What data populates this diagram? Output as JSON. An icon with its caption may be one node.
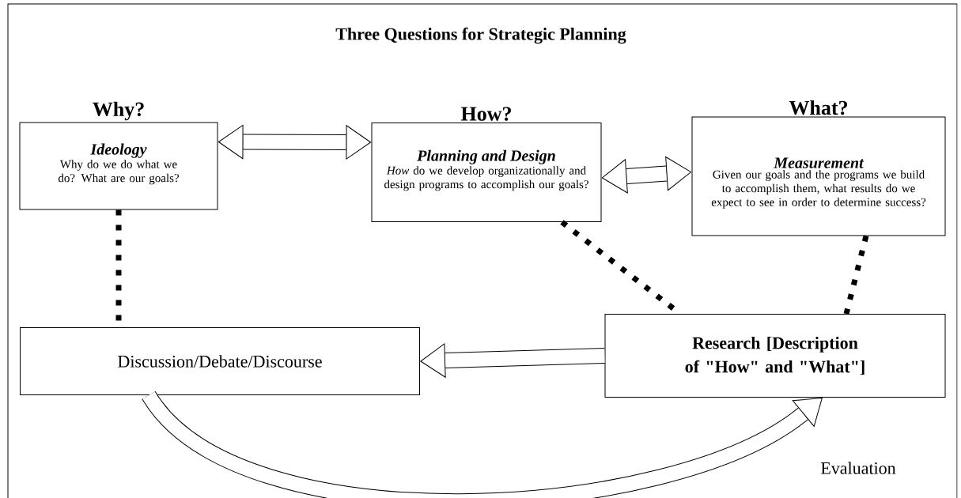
{
  "diagram": {
    "title": "Three Questions for Strategic Planning",
    "nodes": [
      {
        "text": [
          "Why?",
          "Ideology",
          "Why do we do what we do? What are our goals?"
        ]
      },
      {
        "text": [
          "How?",
          "Planning and Design",
          "*How* do we develop organizationally and design programs to accomplish our goals?"
        ]
      },
      {
        "text": [
          "What?",
          "Measurement",
          "Given our goals and the programs we build to accomplish them, what results do we expect to see in order to determine success?"
        ]
      },
      {
        "text": [
          "Discussion/Debate/Discourse"
        ]
      },
      {
        "text": [
          "Research [Description of \"How\" and \"What\"]"
        ]
      }
    ],
    "edges": [
      {
        "from": 0,
        "to": 1,
        "arrow": "both"
      },
      {
        "from": 1,
        "to": 2,
        "arrow": "both"
      },
      {
        "from": 0,
        "to": 3,
        "arrow": "none",
        "style": "dashed"
      },
      {
        "from": 1,
        "to": 4,
        "arrow": "none",
        "style": "dashed"
      },
      {
        "from": 2,
        "to": 4,
        "arrow": "none",
        "style": "dashed"
      },
      {
        "from": 4,
        "to": 3,
        "arrow": "to"
      },
      {
        "from": 3,
        "to": 4,
        "arrow": "to",
        "label": "Evaluation"
      }
    ]
  }
}
